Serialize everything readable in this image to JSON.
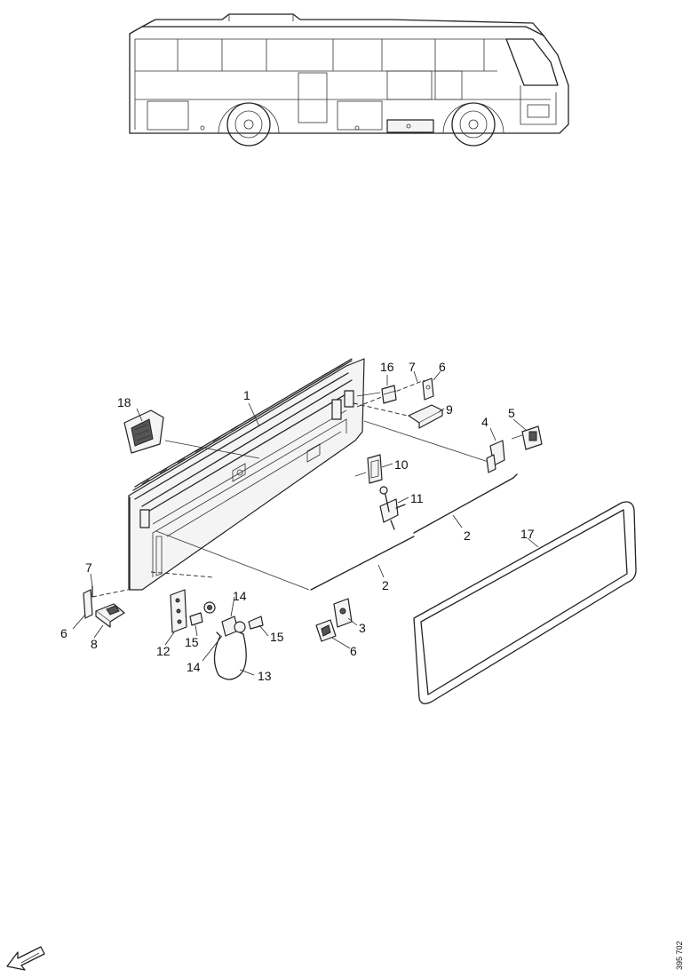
{
  "labels": {
    "l1": "1",
    "l2a": "2",
    "l2b": "2",
    "l3": "3",
    "l4": "4",
    "l5": "5",
    "l6a": "6",
    "l6b": "6",
    "l6c": "6",
    "l7a": "7",
    "l7b": "7",
    "l8": "8",
    "l9": "9",
    "l10": "10",
    "l11": "11",
    "l12": "12",
    "l13": "13",
    "l14a": "14",
    "l14b": "14",
    "l15a": "15",
    "l15b": "15",
    "l16": "16",
    "l17": "17",
    "l18": "18"
  },
  "reference_code": "395 702",
  "colors": {
    "line": "#222222",
    "background": "#ffffff"
  },
  "icons": {
    "bus": "coach-side-view",
    "arrow": "orientation-arrow-icon"
  }
}
